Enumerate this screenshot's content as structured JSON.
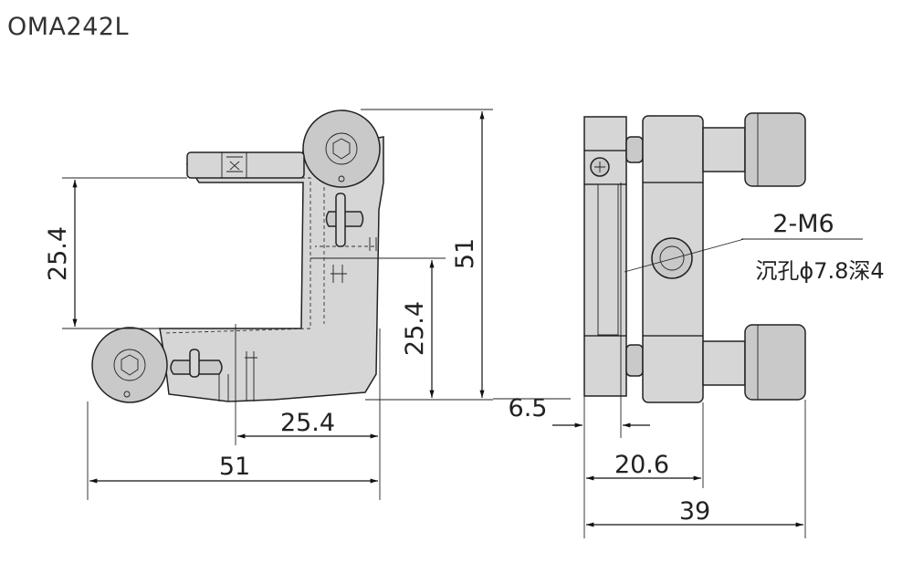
{
  "title": "OMA242L",
  "dimensions": {
    "left_height": "25.4",
    "right_height_inner": "25.4",
    "total_height": "51",
    "bottom_offset": "25.4",
    "total_width": "51",
    "plate_offset": "6.5",
    "side_width_inner": "20.6",
    "side_width_total": "39"
  },
  "callout": {
    "line1": "2-M6",
    "line2": "沉孔ϕ7.8深4"
  }
}
